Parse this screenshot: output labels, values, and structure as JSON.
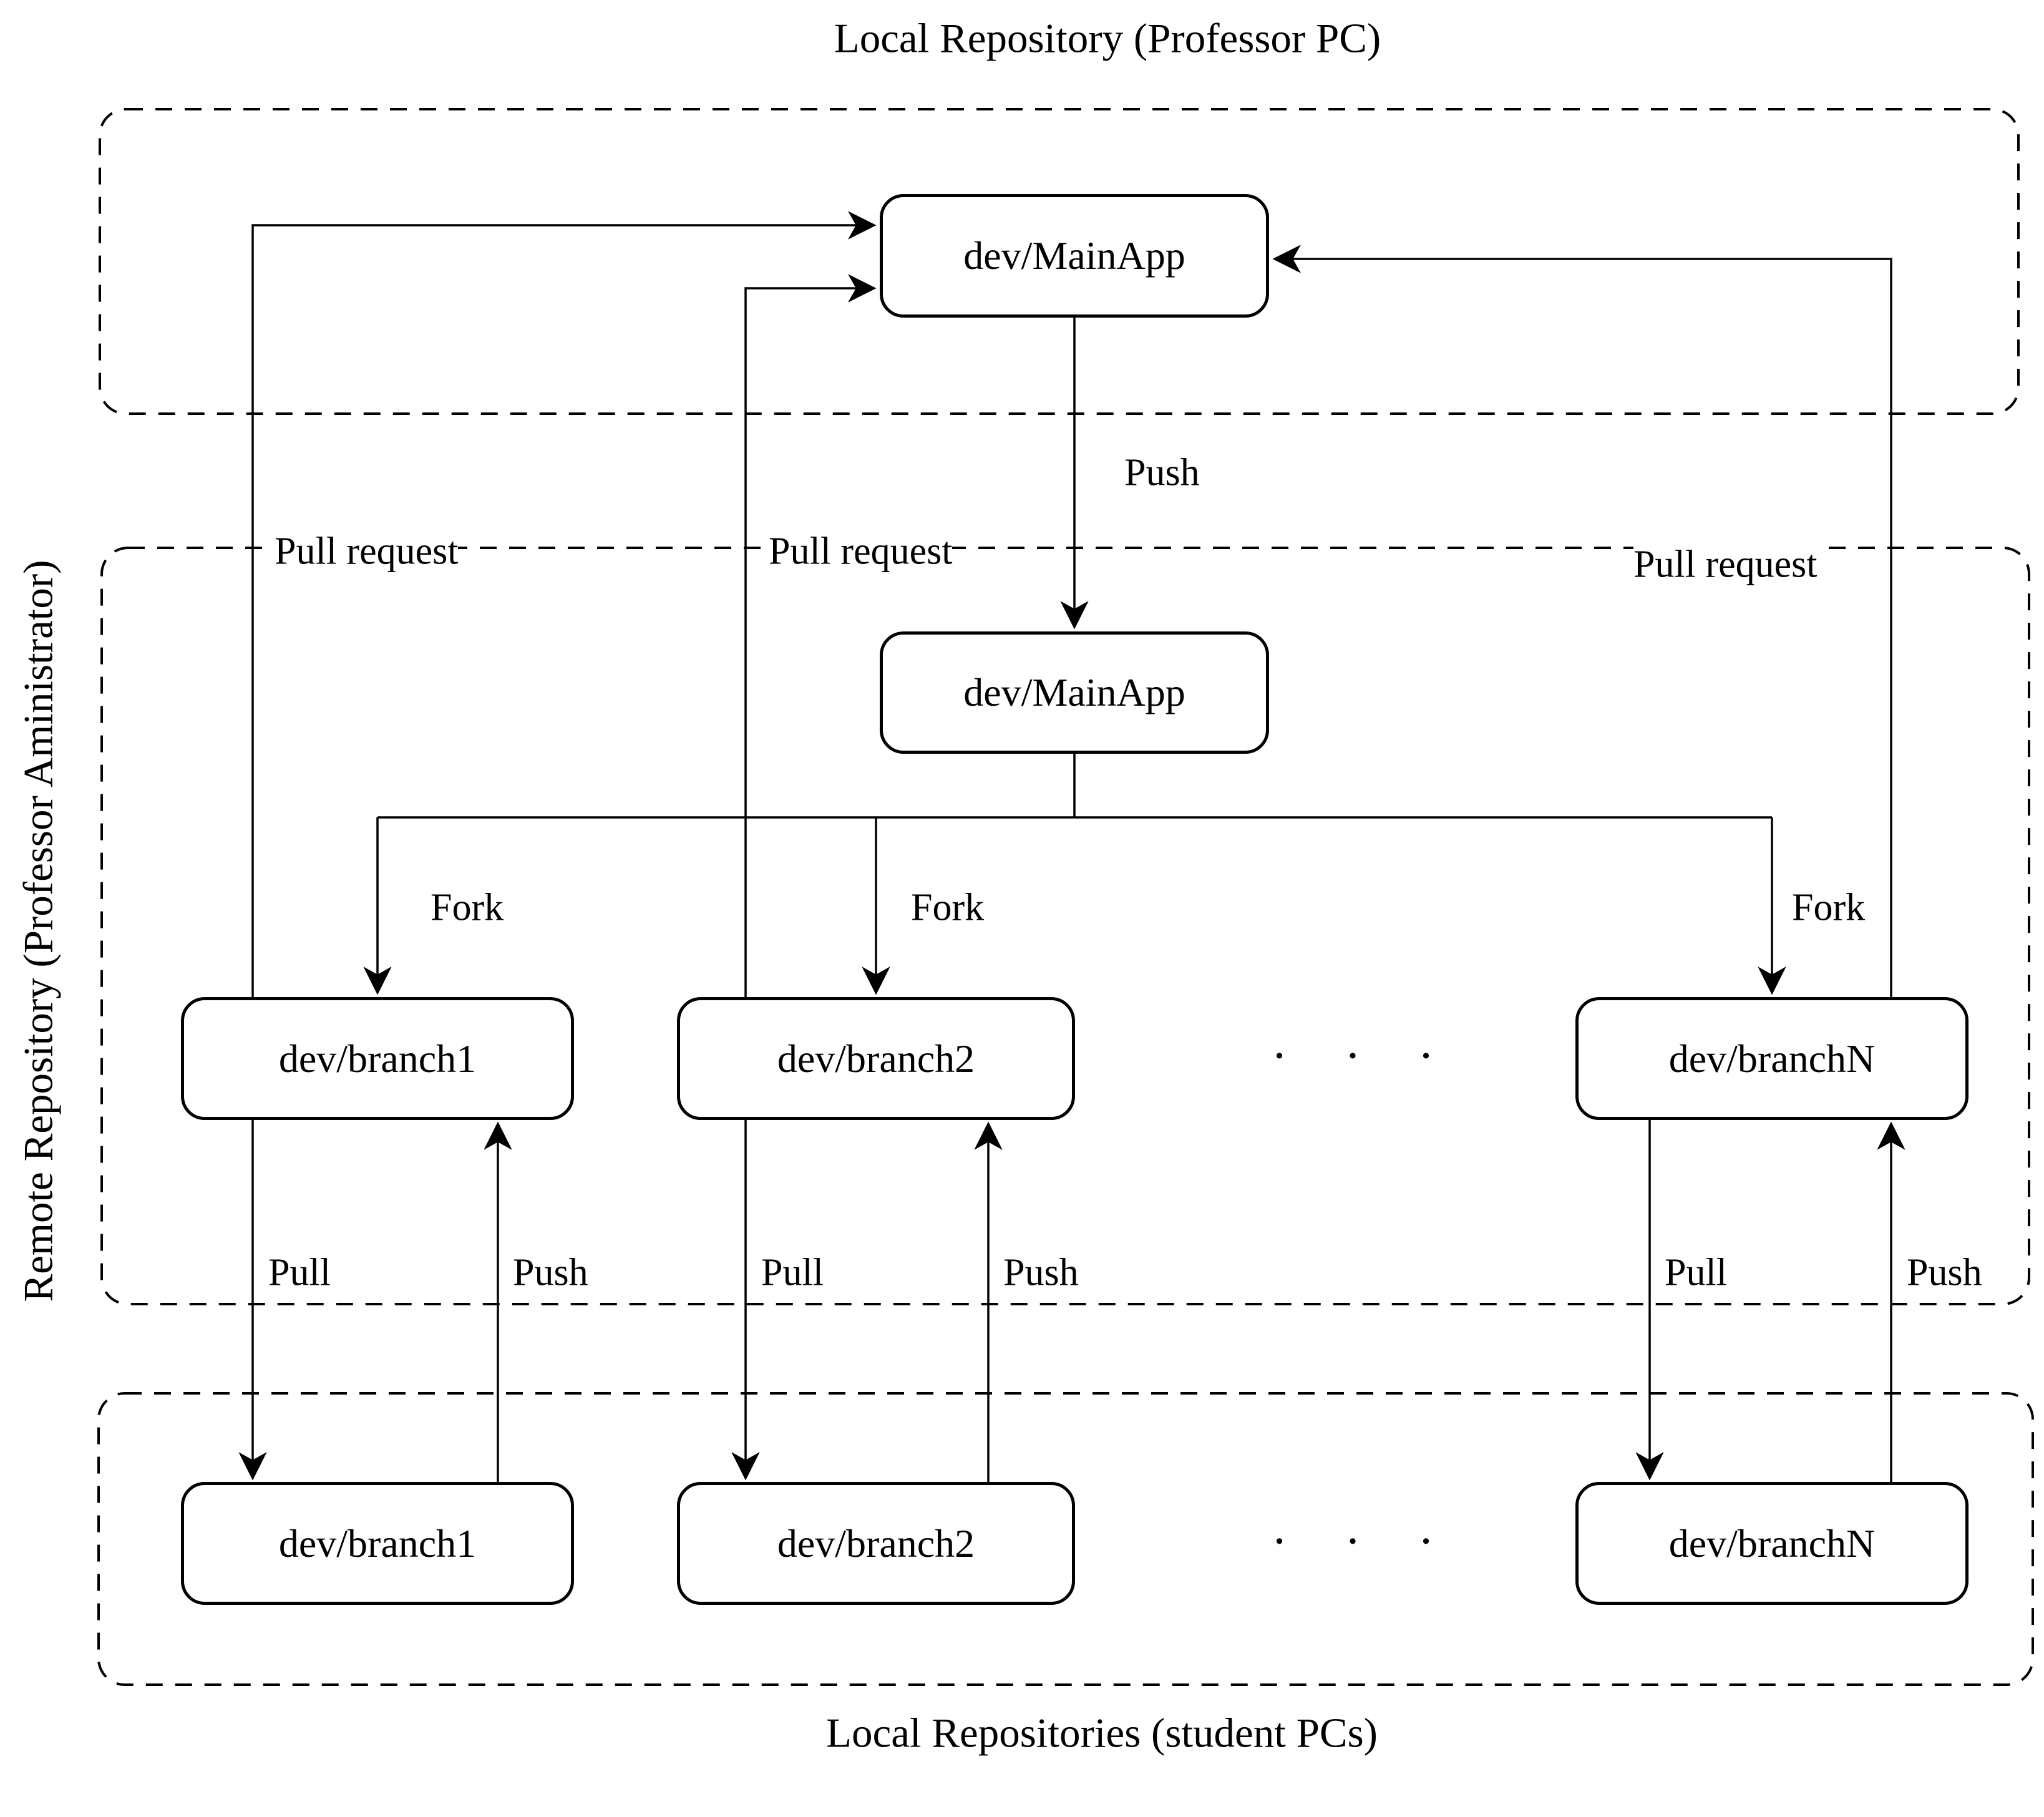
{
  "diagram": {
    "top_title": "Local Repository (Professor PC)",
    "left_title": "Remote Repository (Professor Aministrator)",
    "bottom_title": "Local Repositories (student PCs)",
    "nodes": {
      "local_mainapp": {
        "label": "dev/MainApp"
      },
      "remote_mainapp": {
        "label": "dev/MainApp"
      },
      "remote_branch1": {
        "label": "dev/branch1"
      },
      "remote_branch2": {
        "label": "dev/branch2"
      },
      "remote_branchN": {
        "label": "dev/branchN"
      },
      "local_branch1": {
        "label": "dev/branch1"
      },
      "local_branch2": {
        "label": "dev/branch2"
      },
      "local_branchN": {
        "label": "dev/branchN"
      }
    },
    "edge_labels": {
      "push_main": "Push",
      "pull_request_branch1": "Pull request",
      "pull_request_branch2": "Pull request",
      "pull_request_branchN": "Pull request",
      "fork_branch1": "Fork",
      "fork_branch2": "Fork",
      "fork_branchN": "Fork",
      "pull_branch1": "Pull",
      "push_branch1": "Push",
      "pull_branch2": "Pull",
      "push_branch2": "Push",
      "pull_branchN": "Pull",
      "push_branchN": "Push"
    },
    "ellipsis": {
      "remote_row": "· · ·",
      "local_row": "· · ·"
    },
    "colors": {
      "background": "#ffffff",
      "line": "#000000",
      "text": "#000000",
      "node_fill": "#ffffff"
    }
  }
}
